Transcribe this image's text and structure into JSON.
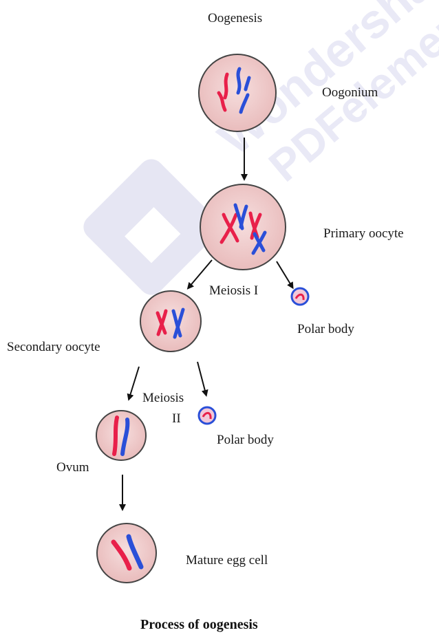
{
  "diagram": {
    "title": "Oogenesis",
    "caption": "Process of oogenesis",
    "labels": {
      "oogonium": "Oogonium",
      "primary_oocyte": "Primary oocyte",
      "meiosis_1": "Meiosis I",
      "polar_body_1": "Polar body",
      "secondary_oocyte": "Secondary oocyte",
      "meiosis_2_line1": "Meiosis",
      "meiosis_2_line2": "II",
      "polar_body_2": "Polar body",
      "ovum": "Ovum",
      "mature_egg": "Mature egg cell"
    },
    "watermark": {
      "line1": "Wondershare",
      "line2": "PDFelement"
    }
  },
  "colors": {
    "cell_fill": "#eec6c6",
    "cell_stroke": "#444444",
    "chromosome_red": "#e8204a",
    "chromosome_blue": "#2a4fd8",
    "arrow": "#111111",
    "watermark_shape": "#e6e6f3"
  }
}
